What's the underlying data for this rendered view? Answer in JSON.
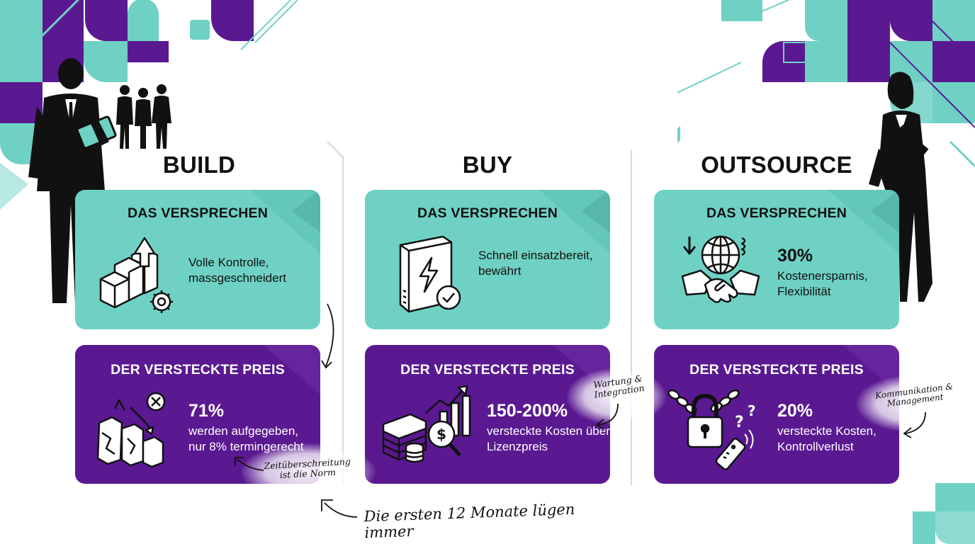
{
  "columns": [
    {
      "title": "BUILD",
      "promise": {
        "heading": "DAS VERSPRECHEN",
        "highlight": "",
        "text": "Volle Kontrolle, massgeschneidert",
        "icon": "blocks-gear-icon"
      },
      "hidden": {
        "heading": "DER VERSTECKTE PREIS",
        "highlight": "71%",
        "text": "werden aufgegeben, nur 8% termingerecht",
        "icon": "collapsing-blocks-icon"
      }
    },
    {
      "title": "BUY",
      "promise": {
        "heading": "DAS VERSPRECHEN",
        "highlight": "",
        "text": "Schnell einsatzbereit, bewährt",
        "icon": "software-box-icon"
      },
      "hidden": {
        "heading": "DER VERSTECKTE PREIS",
        "highlight": "150-200%",
        "text": "versteckte Kosten über Lizenzpreis",
        "icon": "money-magnifier-icon"
      }
    },
    {
      "title": "OUTSOURCE",
      "promise": {
        "heading": "DAS VERSPRECHEN",
        "highlight": "30%",
        "text": "Kostenersparnis, Flexibilität",
        "icon": "globe-handshake-icon"
      },
      "hidden": {
        "heading": "DER VERSTECKTE PREIS",
        "highlight": "20%",
        "text": "versteckte Kosten, Kontrollverlust",
        "icon": "chained-padlock-icon"
      }
    }
  ],
  "notes": {
    "build": "Zeitüberschreitung ist die Norm",
    "buy": "Wartung & Integration",
    "outsource": "Kommunikation & Management",
    "footer": "Die ersten 12 Monate lügen immer"
  },
  "colors": {
    "teal": "#6fd1c4",
    "purple": "#5a1991",
    "dark": "#111111"
  }
}
